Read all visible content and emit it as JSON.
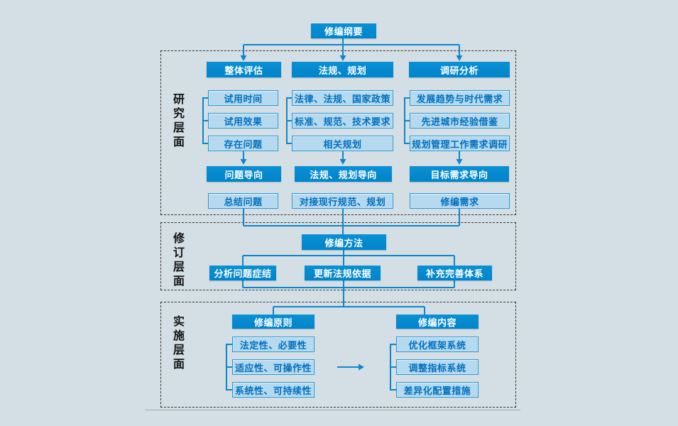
{
  "title": "修编纲要",
  "sections": {
    "research": {
      "label": "研究层面",
      "columns": [
        {
          "header": "整体评估",
          "items": [
            "试用时间",
            "试用效果",
            "存在问题"
          ],
          "directive": "问题导向",
          "summary": "总结问题"
        },
        {
          "header": "法规、规划",
          "items": [
            "法律、法规、国家政策",
            "标准、规范、技术要求",
            "相关规划"
          ],
          "directive": "法规、规划导向",
          "summary": "对接现行规范、规划"
        },
        {
          "header": "调研分析",
          "items": [
            "发展趋势与时代需求",
            "先进城市经验借鉴",
            "规划管理工作需求调研"
          ],
          "directive": "目标需求导向",
          "summary": "修编需求"
        }
      ]
    },
    "revision": {
      "label": "修订层面",
      "method": "修编方法",
      "actions": [
        "分析问题症结",
        "更新法规依据",
        "补充完善体系"
      ]
    },
    "implementation": {
      "label": "实施层面",
      "groups": [
        {
          "header": "修编原则",
          "items": [
            "法定性、必要性",
            "适应性、可操作性",
            "系统性、可持续性"
          ]
        },
        {
          "header": "修编内容",
          "items": [
            "优化框架系统",
            "调整指标系统",
            "差异化配置措施"
          ]
        }
      ]
    }
  },
  "colors": {
    "background": "#d3dfe4",
    "solid_box": "#0084ca",
    "light_box_fill": "#b5d9ee",
    "light_box_border": "#2496d3",
    "light_box_text": "#0070c0",
    "connector": "#0d86c9",
    "label_text": "#141414",
    "dash_border": "#333333",
    "footer_rule": "#9bacb4"
  }
}
